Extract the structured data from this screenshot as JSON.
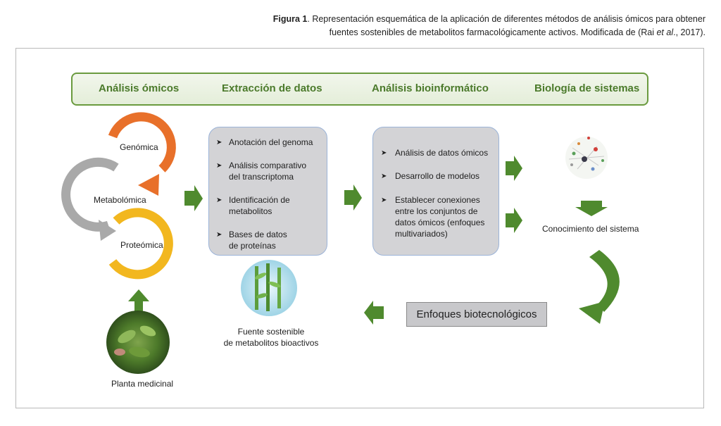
{
  "caption": {
    "figure_label": "Figura 1",
    "text_line1": ". Representación esquemática de la aplicación de diferentes métodos de análisis ómicos para obtener",
    "text_line2_pre": "fuentes sostenibles de metabolitos farmacológicamente activos. Modificada de (Rai ",
    "text_line2_em": "et al",
    "text_line2_post": "., 2017)."
  },
  "header": {
    "col1": "Análisis ómicos",
    "col2": "Extracción de datos",
    "col3": "Análisis bioinformático",
    "col4": "Biología de sistemas"
  },
  "cycle": {
    "genomica": "Genómica",
    "metabolomica": "Metabolómica",
    "proteomica": "Proteómica",
    "colors": {
      "orange": "#e8702a",
      "gray": "#a9a9a9",
      "yellow": "#f2b71f"
    }
  },
  "extraction": {
    "items": [
      "Anotación del genoma",
      "Análisis comparativo\ndel transcriptoma",
      "Identificación de\nmetabolitos",
      "Bases de datos\nde proteínas"
    ]
  },
  "bioinfo": {
    "items": [
      "Análisis de datos ómicos",
      "Desarrollo de modelos",
      "Establecer conexiones\nentre los conjuntos de\ndatos ómicos (enfoques\nmultivariados)"
    ]
  },
  "bullet_symbol": "➤",
  "labels": {
    "planta": "Planta medicinal",
    "fuente": "Fuente sostenible\nde metabolitos bioactivos",
    "conocimiento": "Conocimiento del sistema",
    "enfoques": "Enfoques biotecnológicos"
  },
  "colors": {
    "arrow_green": "#4f8a2e",
    "box_fill": "#d3d3d6",
    "header_text": "#4b7a2b"
  }
}
